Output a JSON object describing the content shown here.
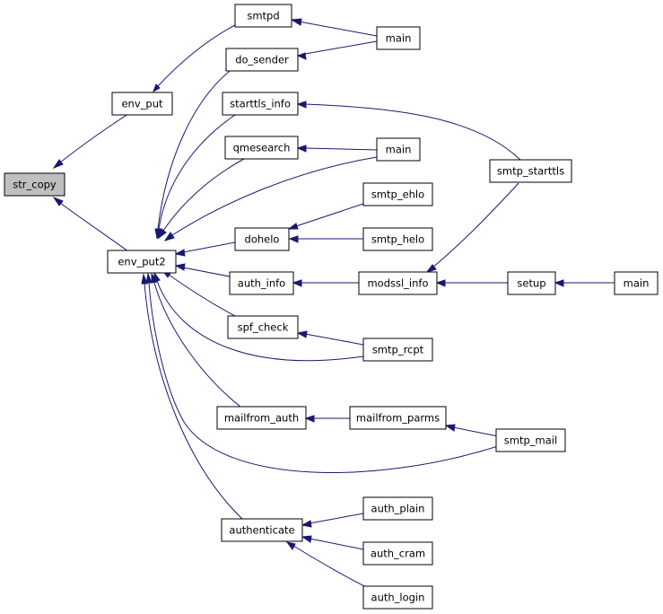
{
  "graph": {
    "edge_color": "#191970",
    "root_fill": "#bfbfbf",
    "nodes": {
      "str_copy": "str_copy",
      "env_put": "env_put",
      "env_put2": "env_put2",
      "smtpd": "smtpd",
      "main_1": "main",
      "do_sender": "do_sender",
      "starttls_info": "starttls_info",
      "qmesearch": "qmesearch",
      "main_2": "main",
      "smtp_starttls": "smtp_starttls",
      "smtp_ehlo": "smtp_ehlo",
      "dohelo": "dohelo",
      "smtp_helo": "smtp_helo",
      "auth_info": "auth_info",
      "modssl_info": "modssl_info",
      "setup": "setup",
      "main_3": "main",
      "spf_check": "spf_check",
      "smtp_rcpt": "smtp_rcpt",
      "mailfrom_auth": "mailfrom_auth",
      "mailfrom_parms": "mailfrom_parms",
      "smtp_mail": "smtp_mail",
      "authenticate": "authenticate",
      "auth_plain": "auth_plain",
      "auth_cram": "auth_cram",
      "auth_login": "auth_login"
    }
  }
}
